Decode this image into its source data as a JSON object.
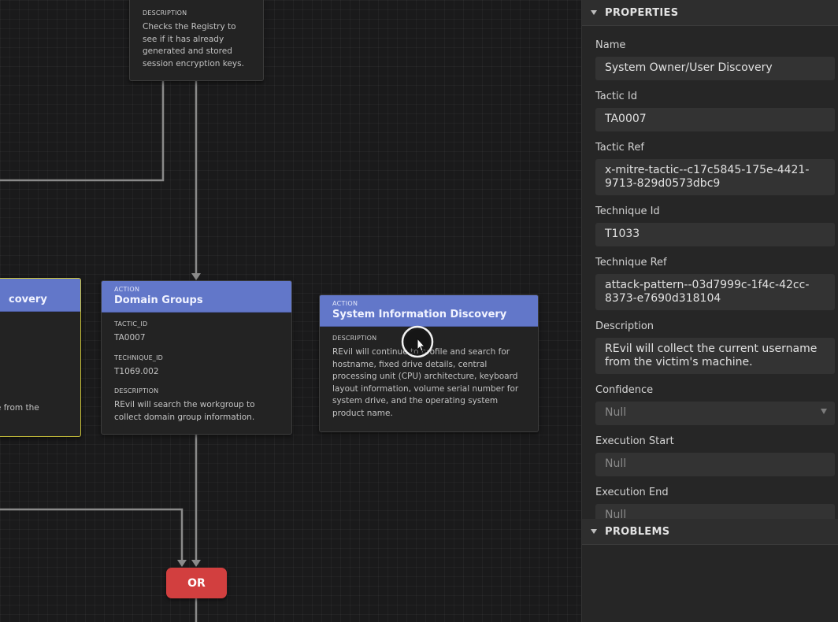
{
  "canvas": {
    "node_top": {
      "desc_label": "DESCRIPTION",
      "desc": "Checks the Registry to see if it has already generated and stored session encryption keys."
    },
    "node_left": {
      "title_fragment": "covery",
      "desc_fragment": "ername from the"
    },
    "node_domain": {
      "type": "ACTION",
      "title": "Domain Groups",
      "tactic_label": "TACTIC_ID",
      "tactic": "TA0007",
      "technique_label": "TECHNIQUE_ID",
      "technique": "T1069.002",
      "desc_label": "DESCRIPTION",
      "desc": "REvil will search the workgroup to collect domain group information."
    },
    "node_sysinfo": {
      "type": "ACTION",
      "title": "System Information Discovery",
      "desc_label": "DESCRIPTION",
      "desc": "REvil will continue to profile and search for hostname, fixed drive details, central processing unit (CPU) architecture, keyboard layout information, volume serial number for system drive, and the operating system product name."
    },
    "or_gate": "OR"
  },
  "panel": {
    "properties_title": "PROPERTIES",
    "problems_title": "PROBLEMS",
    "fields": {
      "name": {
        "label": "Name",
        "value": "System Owner/User Discovery"
      },
      "tactic_id": {
        "label": "Tactic Id",
        "value": "TA0007"
      },
      "tactic_ref": {
        "label": "Tactic Ref",
        "value": "x-mitre-tactic--c17c5845-175e-4421-9713-829d0573dbc9"
      },
      "technique_id": {
        "label": "Technique Id",
        "value": "T1033"
      },
      "technique_ref": {
        "label": "Technique Ref",
        "value": "attack-pattern--03d7999c-1f4c-42cc-8373-e7690d318104"
      },
      "description": {
        "label": "Description",
        "value": "REvil will collect the current username from the victim's machine."
      },
      "confidence": {
        "label": "Confidence",
        "value": "Null"
      },
      "execution_start": {
        "label": "Execution Start",
        "value": "Null"
      },
      "execution_end": {
        "label": "Execution End",
        "value": "Null"
      }
    }
  },
  "icons": {
    "section_toggle": "caret-down-icon",
    "select_caret": "chevron-down-icon",
    "cursor": "mouse-pointer-icon"
  },
  "colors": {
    "action_header": "#6277c9",
    "or_gate": "#d23f3f",
    "selected_outline": "#c9c13a",
    "wire": "#8a8a8a"
  }
}
